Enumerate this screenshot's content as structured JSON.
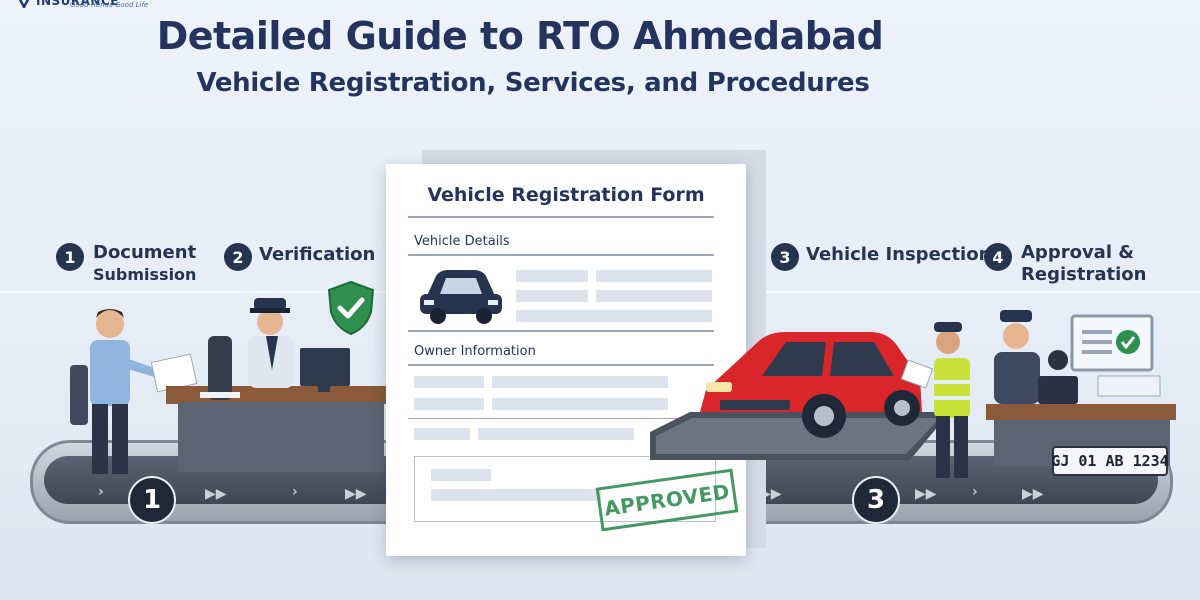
{
  "brand": {
    "name": "INSURANCE",
    "tagline": "Good Hands·Good Life"
  },
  "title": "Detailed Guide to RTO Ahmedabad",
  "subtitle": "Vehicle Registration, Services, and Procedures",
  "steps": [
    {
      "number": "1",
      "label_line1": "Document",
      "label_line2": "Submission"
    },
    {
      "number": "2",
      "label_line1": "Verification",
      "label_line2": ""
    },
    {
      "number": "3",
      "label_line1": "Vehicle Inspection",
      "label_line2": ""
    },
    {
      "number": "4",
      "label_line1": "Approval &",
      "label_line2": "Registration"
    }
  ],
  "belt_markers": [
    "1",
    "3"
  ],
  "form": {
    "title": "Vehicle Registration Form",
    "section1": "Vehicle Details",
    "section2": "Owner Information",
    "stamp": "APPROVED"
  },
  "plate": "GJ 01 AB 1234",
  "colors": {
    "navy": "#263450",
    "approved_green": "#2f8f4e",
    "car_red": "#d8262b",
    "vest": "#c9e23a"
  }
}
